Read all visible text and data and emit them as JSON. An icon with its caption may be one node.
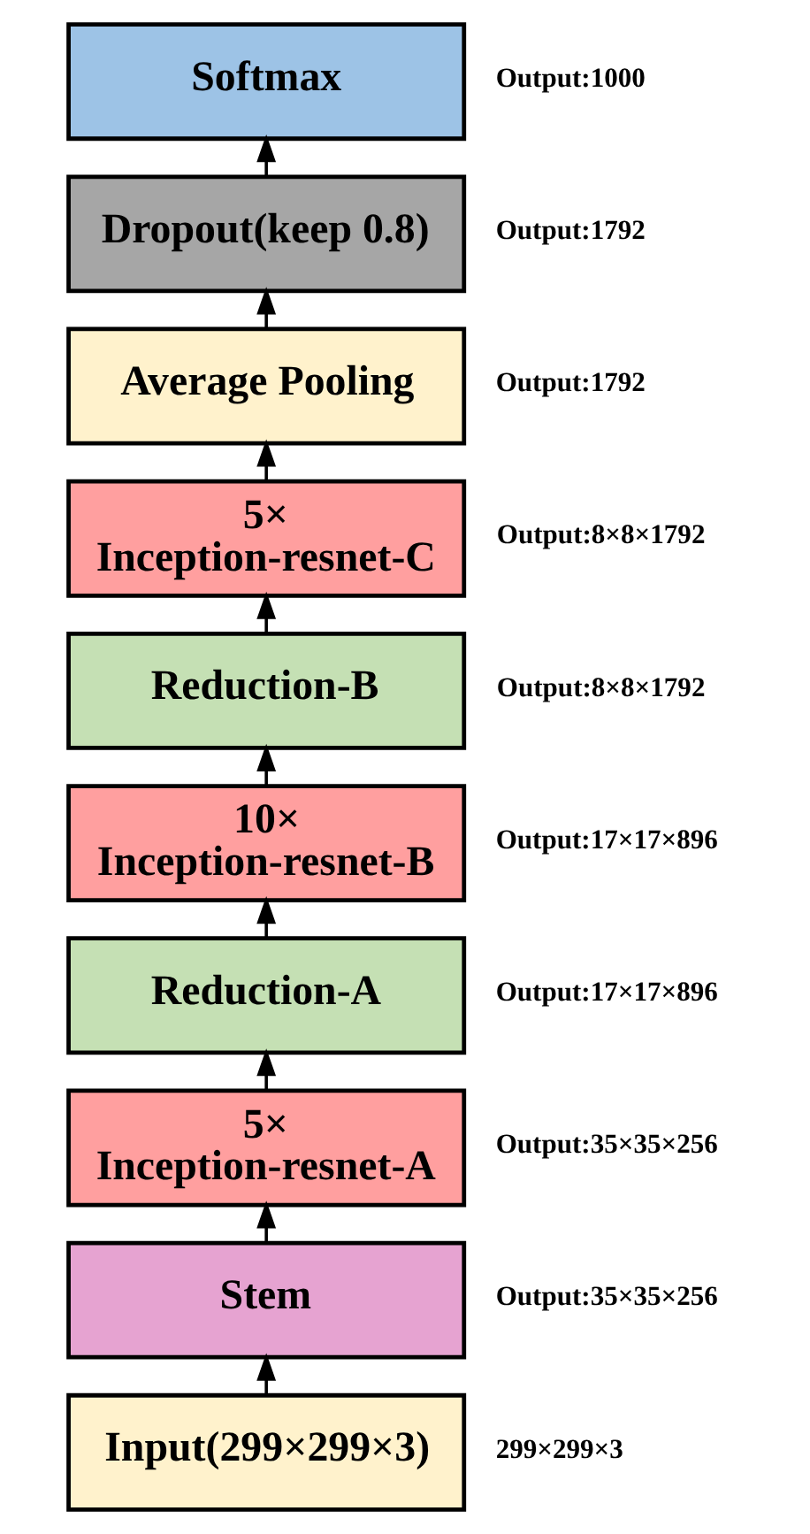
{
  "diagram": {
    "nodes": [
      {
        "text": [
          "Softmax"
        ],
        "beside": [
          "Output:1000"
        ]
      },
      {
        "text": [
          "Dropout(keep 0.8)"
        ],
        "beside": [
          "Output:1792"
        ]
      },
      {
        "text": [
          "Average Pooling"
        ],
        "beside": [
          "Output:1792"
        ]
      },
      {
        "text": [
          "5× Inception-resnet-C"
        ],
        "beside": [
          "Output:8×8×1792"
        ]
      },
      {
        "text": [
          "Reduction-B"
        ],
        "beside": [
          "Output:8×8×1792"
        ]
      },
      {
        "text": [
          "10× Inception-resnet-B"
        ],
        "beside": [
          "Output:17×17×896"
        ]
      },
      {
        "text": [
          "Reduction-A"
        ],
        "beside": [
          "Output:17×17×896"
        ]
      },
      {
        "text": [
          "5× Inception-resnet-A"
        ],
        "beside": [
          "Output:35×35×256"
        ]
      },
      {
        "text": [
          "Stem"
        ],
        "beside": [
          "Output:35×35×256"
        ]
      },
      {
        "text": [
          "Input(299×299×3)"
        ],
        "beside": [
          "299×299×3"
        ]
      }
    ],
    "edges": [
      {
        "from": 9,
        "to": 8,
        "arrow": "to"
      },
      {
        "from": 8,
        "to": 7,
        "arrow": "to"
      },
      {
        "from": 7,
        "to": 6,
        "arrow": "to"
      },
      {
        "from": 6,
        "to": 5,
        "arrow": "to"
      },
      {
        "from": 5,
        "to": 4,
        "arrow": "to"
      },
      {
        "from": 4,
        "to": 3,
        "arrow": "to"
      },
      {
        "from": 3,
        "to": 2,
        "arrow": "to"
      },
      {
        "from": 2,
        "to": 1,
        "arrow": "to"
      },
      {
        "from": 1,
        "to": 0,
        "arrow": "to"
      }
    ]
  }
}
